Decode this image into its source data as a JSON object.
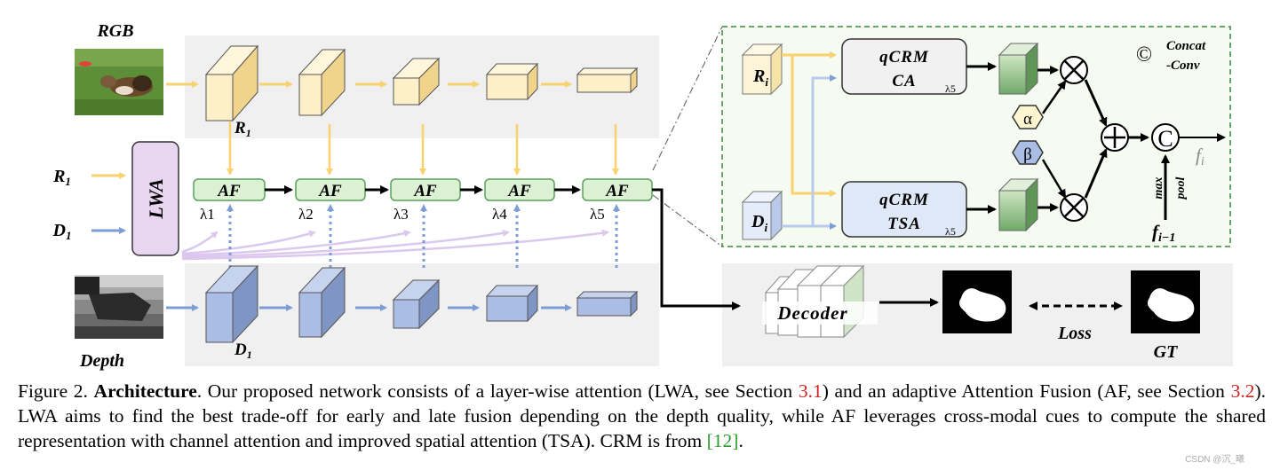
{
  "labels": {
    "rgb": "RGB",
    "depth": "Depth",
    "r1_input": "R",
    "d1_input": "D",
    "sub1": "1",
    "lwa": "LWA",
    "r1_stage": "R",
    "d1_stage": "D",
    "af": "AF",
    "lambdas": [
      "λ1",
      "λ2",
      "λ3",
      "λ4",
      "λ5"
    ],
    "lambda5": "λ5",
    "ri": "R",
    "di": "D",
    "sub_i": "i",
    "qcrm": "qCRM",
    "ca": "CA",
    "tsa": "TSA",
    "alpha": "α",
    "beta": "β",
    "concat_conv_1": "Concat",
    "concat_conv_2": "-Conv",
    "concat_symbol": "©",
    "fi": "f",
    "fi_prev": "f",
    "sub_im1": "i−1",
    "max": "max",
    "pool": "pool",
    "decoder": "Decoder",
    "loss": "Loss",
    "gt": "GT"
  },
  "caption": {
    "fig_label": "Figure 2.",
    "title": "Architecture",
    "text1": ". Our proposed network consists of a layer-wise attention (LWA, see Section ",
    "ref1": "3.1",
    "text2": ") and an adaptive Attention Fusion (AF, see Section ",
    "ref2": "3.2",
    "text3": "). LWA aims to find the best trade-off for early and late fusion depending on the depth quality, while AF leverages cross-modal cues to compute the shared representation with channel attention and improved spatial attention (TSA). CRM is from ",
    "ref3": "[12]",
    "text4": "."
  },
  "watermark": "CSDN @沉_曦",
  "colors": {
    "rgb_block": "#fdf0c8",
    "depth_block": "#aabde5",
    "af_fill": "#dcf0d4",
    "lwa_fill": "#e8d6f0",
    "yellow_arrow": "#f9d26d",
    "blue_arrow": "#7d9dd6",
    "purple_arrow": "#dcc8ee",
    "ref_red": "#cc2222",
    "ref_green": "#2a9d2a"
  }
}
